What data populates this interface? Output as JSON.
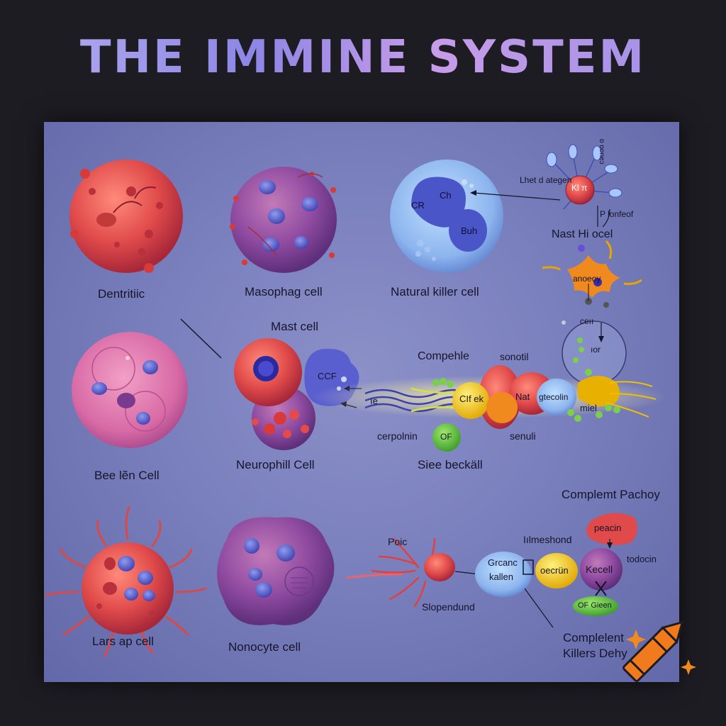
{
  "title": "THE IMMINE SYSTEM",
  "cell_labels": {
    "dentritic": "Dentritiic",
    "masophag": "Masophag cell",
    "natural_killer": "Natural killer cell",
    "mast": "Mast cell",
    "bee_len": "Bee lẽn Cell",
    "neurophil": "Neurophill Cell",
    "lars_ap": "Lars ap cell",
    "nonocyte": "Nonocyte cell"
  },
  "nk_inner": {
    "ch1": "Ch",
    "ch2": "CR",
    "buh": "Buh"
  },
  "mast_inner": "CCF",
  "top_right": {
    "sphere": "Kl π",
    "lhet": "Lhet d ategen",
    "noocet": "ɒ ooneɔ",
    "p_lonfeof": "P lonfeof",
    "nast_hi": "Nast Hi  ocel",
    "anoeoy": "anoeoy",
    "cell": "ceıı",
    "tor": "ıor",
    "miel": "miel"
  },
  "chain": {
    "compehle": "Compehle",
    "sonotil": "sonotil",
    "ie": "ıe",
    "cif": "CIf  ek",
    "nat": "Nat",
    "gtecolin": "gtecolin",
    "cerpolnin": "cerpolnin",
    "of": "OF",
    "senuli": "senuli",
    "siee": "Siee beckäll"
  },
  "complement": {
    "title": "Complemt Pachoy",
    "peacin": "peacin",
    "ilmeshond": "Iılmeshond",
    "todocin": "todocin",
    "poic": "Poic",
    "grcanc": "Grcanc",
    "kallen": "kallen",
    "oecrin": "oecrün",
    "kecell": "Kecell",
    "gieen": "OF  Gieen",
    "slopendund": "Slopendund",
    "killers": "Complelent\nKillers Dehy"
  },
  "colors": {
    "background": "#1c1c22",
    "panel": "#7a80bd",
    "crayon": "#e8731c"
  }
}
